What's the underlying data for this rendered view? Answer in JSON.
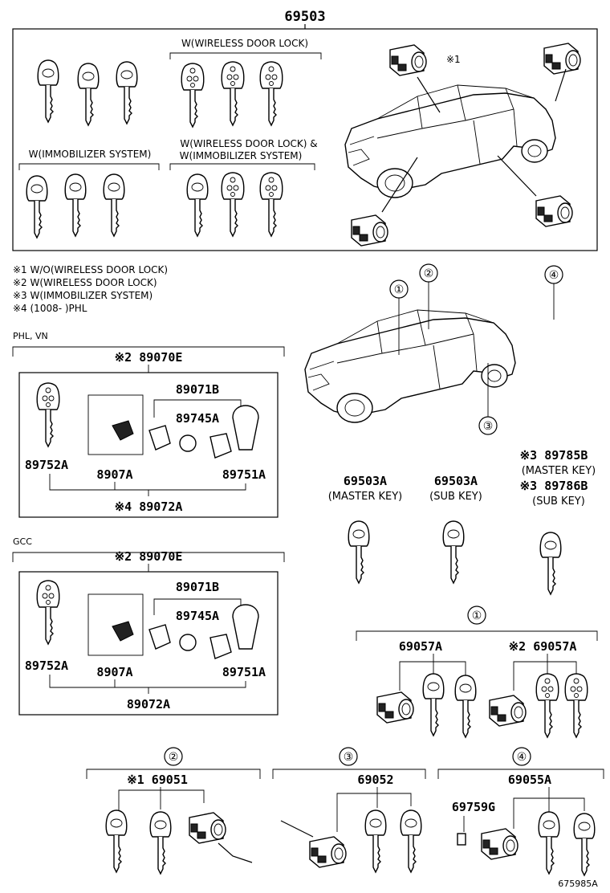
{
  "top": {
    "part": "69503",
    "labels": {
      "wireless": "W(WIRELESS DOOR LOCK)",
      "immobilizer": "W(IMMOBILIZER SYSTEM)",
      "both_line1": "W(WIRELESS DOOR LOCK) &",
      "both_line2": "W(IMMOBILIZER SYSTEM)",
      "note1_marker": "※1"
    }
  },
  "notes": [
    "※1 W/O(WIRELESS DOOR LOCK)",
    "※2 W(WIRELESS DOOR LOCK)",
    "※3 W(IMMOBILIZER SYSTEM)",
    "※4 (1008-        )PHL"
  ],
  "callouts": [
    "①",
    "②",
    "③",
    "④"
  ],
  "phl": {
    "region": "PHL, VN",
    "assy": "※2 89070E",
    "p1": "89071B",
    "p2": "89745A",
    "p3": "89752A",
    "p4": "8907A",
    "p5": "89751A",
    "p6": "※4 89072A"
  },
  "gcc": {
    "region": "GCC",
    "assy": "※2 89070E",
    "p1": "89071B",
    "p2": "89745A",
    "p3": "89752A",
    "p4": "8907A",
    "p5": "89751A",
    "p6": "89072A"
  },
  "keys": {
    "master_part": "69503A",
    "master_label": "(MASTER KEY)",
    "sub_part": "69503A",
    "sub_label": "(SUB KEY)",
    "imm_master_part": "※3 89785B",
    "imm_master_label": "(MASTER KEY)",
    "imm_sub_part": "※3 89786B",
    "imm_sub_label": "(SUB KEY)"
  },
  "groups": {
    "g1_part_a": "69057A",
    "g1_part_b": "※2 69057A",
    "g2_part": "※1 69051",
    "g3_part": "69052",
    "g4_part": "69055A",
    "g4_sub": "69759G"
  },
  "ref": "675985A"
}
